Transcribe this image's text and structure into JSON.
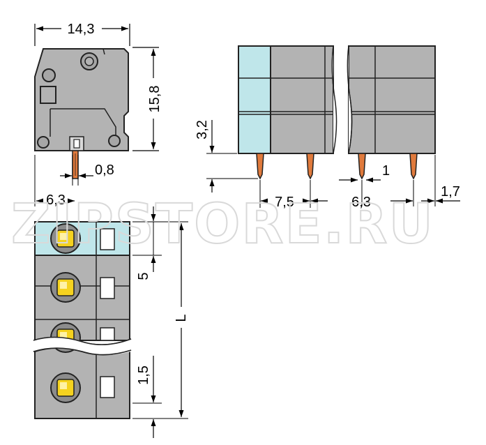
{
  "watermark": "ZIPSTORE.RU",
  "colors": {
    "housing": "#b3b3b3",
    "housing_dark": "#8c8c8c",
    "housing_first_pole": "#bfe6ea",
    "outline": "#222222",
    "pin": "#e07a3c",
    "clamp_release": "#f5d21f",
    "clamp_release_light": "#fff2a6",
    "dimension_line": "#000000"
  },
  "dimensions": {
    "width": "14,3",
    "height": "15,8",
    "pin_thickness": "0,8",
    "pin_offset_front": "6,3",
    "pin_length": "3,2",
    "side_offset": "7,5",
    "pin_row_spacing": "6,3",
    "pin_width": "1",
    "edge_offset": "1,7",
    "pitch": "5",
    "total_length": "L",
    "end_offset": "1,5"
  }
}
